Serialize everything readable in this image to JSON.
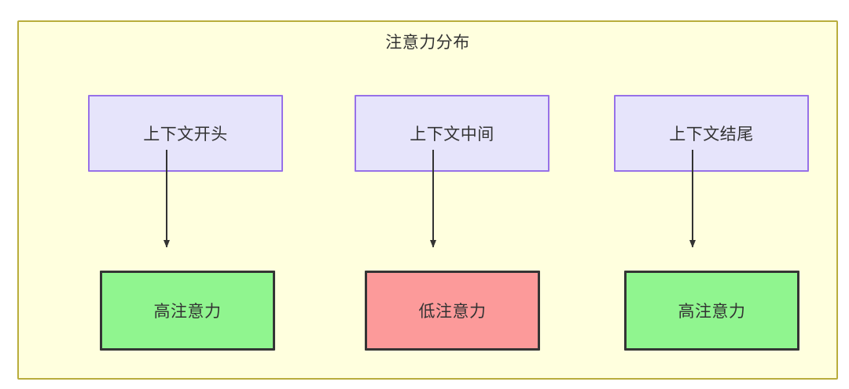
{
  "diagram": {
    "title": "注意力分布",
    "container_fill": "#ffffde",
    "container_stroke": "#b9ad3c",
    "background": "#ffffff",
    "edge_color": "#333333",
    "text_color": "#333333",
    "source_nodes": [
      {
        "id": "context-start",
        "label": "上下文开头",
        "fill": "#e6e4fb",
        "stroke": "#9771e8"
      },
      {
        "id": "context-middle",
        "label": "上下文中间",
        "fill": "#e6e4fb",
        "stroke": "#9771e8"
      },
      {
        "id": "context-end",
        "label": "上下文结尾",
        "fill": "#e6e4fb",
        "stroke": "#9771e8"
      }
    ],
    "result_nodes": [
      {
        "id": "high-attention-start",
        "label": "高注意力",
        "fill": "#90f58f",
        "stroke": "#353535"
      },
      {
        "id": "low-attention-middle",
        "label": "低注意力",
        "fill": "#fc9a9a",
        "stroke": "#353535"
      },
      {
        "id": "high-attention-end",
        "label": "高注意力",
        "fill": "#90f58f",
        "stroke": "#353535"
      }
    ],
    "edges": [
      {
        "id": "edge-start",
        "from": "上下文开头",
        "to": "高注意力"
      },
      {
        "id": "edge-middle",
        "from": "上下文中间",
        "to": "低注意力"
      },
      {
        "id": "edge-end",
        "from": "上下文结尾",
        "to": "高注意力"
      }
    ]
  }
}
